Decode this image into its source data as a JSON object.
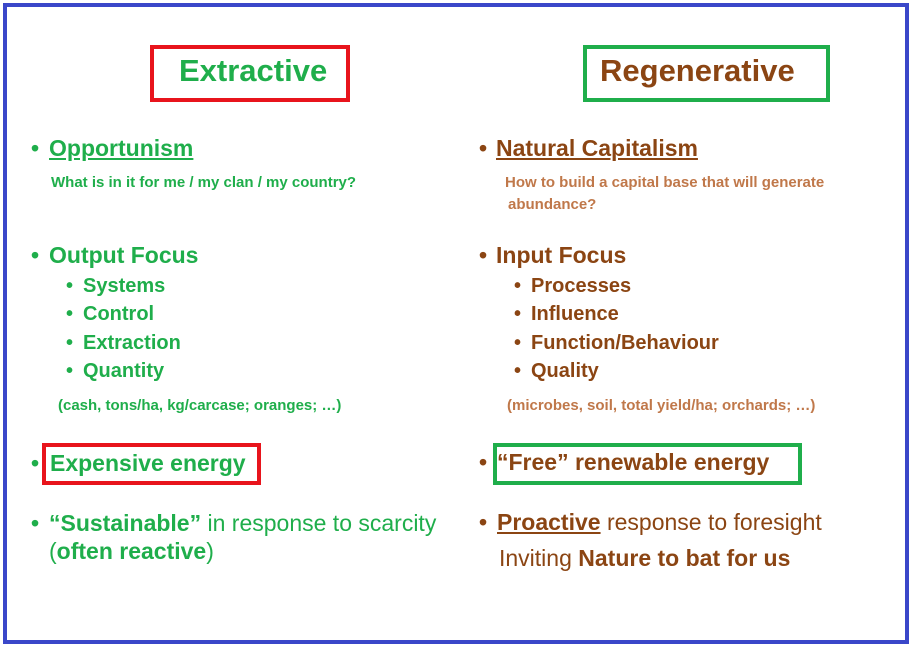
{
  "left": {
    "title": "Extractive",
    "opportunism": {
      "heading": "Opportunism",
      "sub": "What is in it for me / my clan / my country?"
    },
    "output_focus": {
      "heading": "Output Focus",
      "items": [
        "Systems",
        "Control",
        "Extraction",
        "Quantity"
      ],
      "note": "(cash, tons/ha, kg/carcase; oranges; …)"
    },
    "energy": "Expensive energy",
    "sustainable": {
      "quoted": "“Sustainable”",
      "rest": " in response to scarcity",
      "line2_open": "(",
      "line2_bold": "often reactive",
      "line2_close": ")"
    }
  },
  "right": {
    "title": "Regenerative",
    "natural_capitalism": {
      "heading": "Natural Capitalism",
      "sub_line1": "How to build a capital base that will generate",
      "sub_line2": "abundance?"
    },
    "input_focus": {
      "heading": "Input Focus",
      "items": [
        "Processes",
        "Influence",
        "Function/Behaviour",
        "Quality"
      ],
      "note": "(microbes, soil, total yield/ha; orchards; …)"
    },
    "energy": "“Free” renewable energy",
    "proactive": {
      "bold": "Proactive",
      "rest": " response to foresight",
      "line2_plain": "Inviting ",
      "line2_bold": "Nature to bat for us"
    }
  },
  "bullet_char": "•",
  "colors": {
    "green": "#1fae4b",
    "brown": "#8b4513",
    "light_brown": "#c0784a",
    "red_box": "#e8141c",
    "frame_blue": "#3a47c9"
  }
}
